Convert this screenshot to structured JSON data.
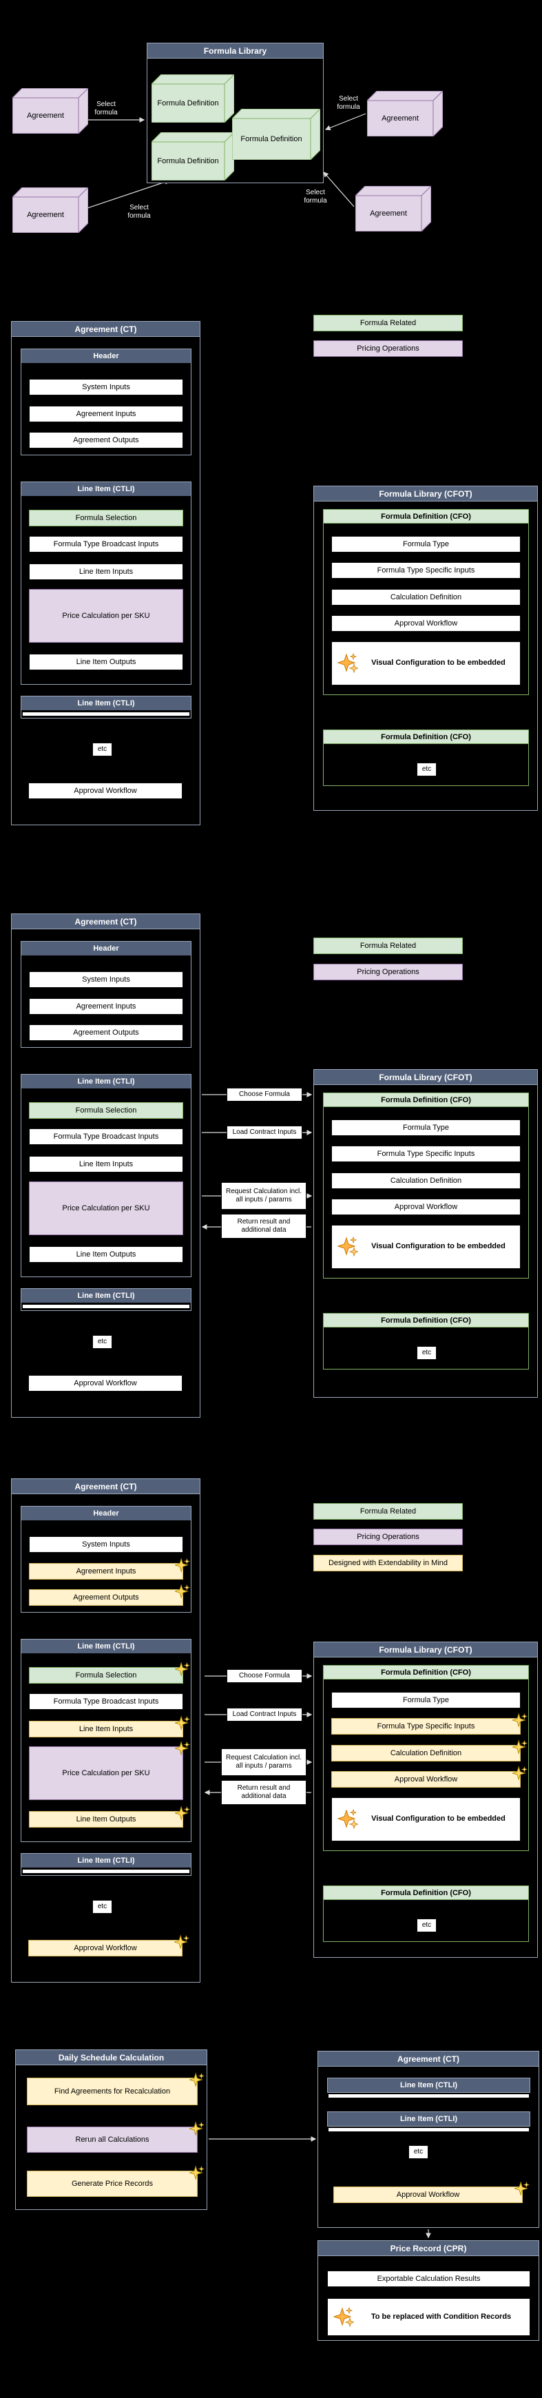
{
  "colors": {
    "background": "#000000",
    "header_bar": "#526079",
    "formula_green": "#d5e8d4",
    "formula_green_border": "#82b366",
    "pricing_purple": "#e1d5e7",
    "pricing_purple_border": "#9673a6",
    "extendability_cream": "#fff2cc",
    "extendability_cream_border": "#d6b656",
    "sparkle_yellow": "#ffd966",
    "sparkle_orange": "#ffb347"
  },
  "top": {
    "library_title": "Formula Library",
    "formula_definition": "Formula Definition",
    "agreement": "Agreement",
    "select_formula": "Select formula"
  },
  "legend": {
    "formula_related": "Formula Related",
    "pricing_operations": "Pricing Operations",
    "extendability": "Designed with Extendability in Mind"
  },
  "agreement_panel": {
    "title": "Agreement (CT)",
    "header": {
      "title": "Header",
      "system_inputs": "System Inputs",
      "agreement_inputs": "Agreement Inputs",
      "agreement_outputs": "Agreement Outputs"
    },
    "line_item": {
      "title": "Line Item (CTLI)",
      "formula_selection": "Formula Selection",
      "formula_type_broadcast_inputs": "Formula Type Broadcast Inputs",
      "line_item_inputs": "Line Item Inputs",
      "price_calculation": "Price Calculation per SKU",
      "line_item_outputs": "Line Item Outputs"
    },
    "line_item2_title": "Line Item (CTLI)",
    "etc": "etc",
    "approval_workflow": "Approval Workflow"
  },
  "formula_library_panel": {
    "title": "Formula Library (CFOT)",
    "definition_title": "Formula Definition (CFO)",
    "formula_type": "Formula Type",
    "formula_type_specific_inputs": "Formula Type Specific Inputs",
    "calculation_definition": "Calculation Definition",
    "approval_workflow": "Approval Workflow",
    "visual_configuration": "Visual Configuration to be embedded",
    "etc": "etc"
  },
  "flow": {
    "choose_formula": "Choose Formula",
    "load_contract_inputs": "Load Contract Inputs",
    "request_calculation": "Request Calculation incl. all inputs / params",
    "return_result": "Return result and additional data"
  },
  "daily_panel": {
    "title": "Daily Schedule Calculation",
    "find_agreements": "Find Agreements for Recalculation",
    "rerun_calculations": "Rerun all Calculations",
    "generate_price_records": "Generate Price Records"
  },
  "agreement_summary_panel": {
    "title": "Agreement (CT)",
    "line_item1": "Line Item (CTLI)",
    "line_item2": "Line Item (CTLI)",
    "etc": "etc",
    "approval_workflow": "Approval Workflow"
  },
  "price_record_panel": {
    "title": "Price Record (CPR)",
    "exportable": "Exportable Calculation Results",
    "to_be_replaced": "To be replaced with Condition Records"
  }
}
